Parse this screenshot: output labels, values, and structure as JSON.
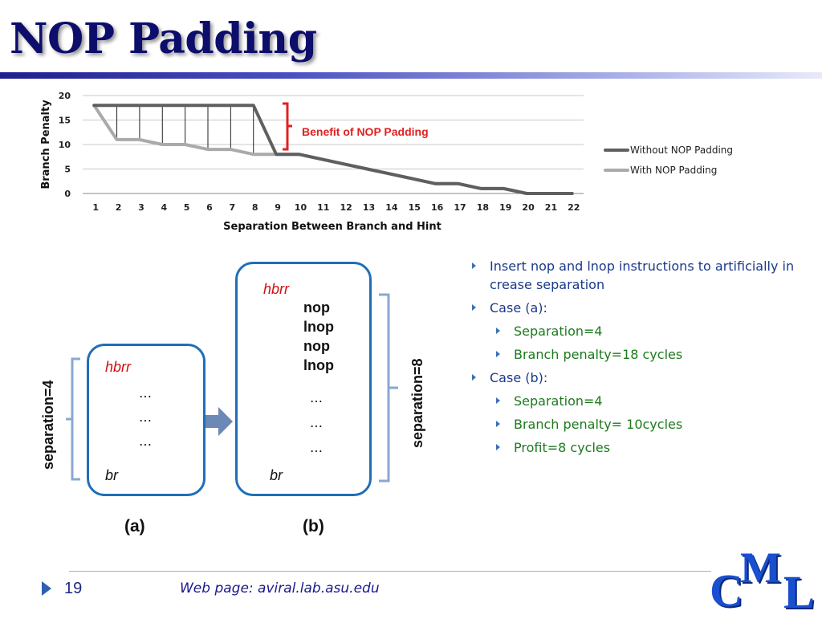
{
  "slide": {
    "title": "NOP Padding",
    "page_number": "19",
    "footer_web": "Web page:  aviral.lab.asu.edu",
    "logo": {
      "letters": [
        "C",
        "M",
        "L"
      ],
      "color": "#1a4fd0"
    }
  },
  "chart_data": {
    "type": "line",
    "x": [
      1,
      2,
      3,
      4,
      5,
      6,
      7,
      8,
      9,
      10,
      11,
      12,
      13,
      14,
      15,
      16,
      17,
      18,
      19,
      20,
      21,
      22
    ],
    "x_tick_labels": [
      "1",
      "2",
      "3",
      "4",
      "5",
      "6",
      "7",
      "8",
      "9",
      "10",
      "11",
      "12",
      "13",
      "14",
      "15",
      "16",
      "17",
      "18",
      "19",
      "20",
      "21",
      "22"
    ],
    "series": [
      {
        "name": "Without NOP Padding",
        "color": "#5f5f5f",
        "points": [
          [
            1,
            18
          ],
          [
            2,
            18
          ],
          [
            3,
            18
          ],
          [
            4,
            18
          ],
          [
            5,
            18
          ],
          [
            6,
            18
          ],
          [
            7,
            18
          ],
          [
            8,
            18
          ],
          [
            9,
            8
          ],
          [
            10,
            8
          ],
          [
            11,
            7
          ],
          [
            12,
            6
          ],
          [
            13,
            5
          ],
          [
            14,
            4
          ],
          [
            15,
            3
          ],
          [
            16,
            2
          ],
          [
            17,
            2
          ],
          [
            18,
            1
          ],
          [
            19,
            1
          ],
          [
            20,
            0
          ],
          [
            21,
            0
          ],
          [
            22,
            0
          ]
        ]
      },
      {
        "name": "With NOP Padding",
        "color": "#aaaaaa",
        "points": [
          [
            1,
            18
          ],
          [
            2,
            11
          ],
          [
            3,
            11
          ],
          [
            4,
            10
          ],
          [
            5,
            10
          ],
          [
            6,
            9
          ],
          [
            7,
            9
          ],
          [
            8,
            8
          ],
          [
            9,
            8
          ],
          [
            10,
            8
          ],
          [
            11,
            7
          ],
          [
            12,
            6
          ],
          [
            13,
            5
          ],
          [
            14,
            4
          ],
          [
            15,
            3
          ],
          [
            16,
            2
          ],
          [
            17,
            2
          ],
          [
            18,
            1
          ],
          [
            19,
            1
          ],
          [
            20,
            0
          ],
          [
            21,
            0
          ],
          [
            22,
            0
          ]
        ]
      }
    ],
    "ylim": [
      0,
      20
    ],
    "y_ticks": [
      0,
      5,
      10,
      15,
      20
    ],
    "xlabel": "Separation Between Branch and Hint",
    "ylabel": "Branch Penalty",
    "grid": true,
    "legend_position": "right",
    "annotation": {
      "text": "Benefit of NOP Padding",
      "color": "#e02020"
    }
  },
  "diagram": {
    "a": {
      "label": "(a)",
      "separation_label": "separation=4",
      "lines": [
        {
          "text": "hbrr",
          "style": "red-italic"
        },
        {
          "text": "…",
          "style": "dots"
        },
        {
          "text": "…",
          "style": "dots"
        },
        {
          "text": "…",
          "style": "dots"
        },
        {
          "text": "br",
          "style": "italic"
        }
      ]
    },
    "b": {
      "label": "(b)",
      "separation_label": "separation=8",
      "lines": [
        {
          "text": "hbrr",
          "style": "red-italic"
        },
        {
          "text": "nop",
          "style": "bold"
        },
        {
          "text": "lnop",
          "style": "bold"
        },
        {
          "text": "nop",
          "style": "bold"
        },
        {
          "text": "lnop",
          "style": "bold"
        },
        {
          "text": "…",
          "style": "dots"
        },
        {
          "text": "…",
          "style": "dots"
        },
        {
          "text": "…",
          "style": "dots"
        },
        {
          "text": "br",
          "style": "italic"
        }
      ]
    }
  },
  "bullets": [
    {
      "level": 1,
      "text": "Insert nop and lnop instructions to artificially in crease separation"
    },
    {
      "level": 1,
      "text": "Case (a):"
    },
    {
      "level": 2,
      "text": "Separation=4"
    },
    {
      "level": 2,
      "text": "Branch penalty=18 cycles"
    },
    {
      "level": 1,
      "text": "Case (b):"
    },
    {
      "level": 2,
      "text": "Separation=4"
    },
    {
      "level": 2,
      "text": "Branch penalty= 10cycles"
    },
    {
      "level": 2,
      "text": "Profit=8 cycles"
    }
  ]
}
